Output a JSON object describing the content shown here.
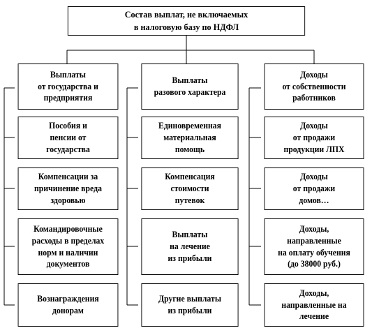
{
  "root": {
    "label": "Состав выплат, не включаемых\nв налоговую базу по НДФЛ"
  },
  "columns": [
    {
      "header": "Выплаты\nот государства и\nпредприятия",
      "items": [
        "Пособия и\nпенсии от\nгосударства",
        "Компенсации за\nпричинение вреда\nздоровью",
        "Командировочные\nрасходы в пределах\nнорм и наличии\nдокументов",
        "Вознаграждения\nдонорам"
      ]
    },
    {
      "header": "Выплаты\nразового характера",
      "items": [
        "Единовременная\nматериальная\nпомощь",
        "Компенсация\nстоимости\nпутевок",
        "Выплаты\nна лечение\nиз прибыли",
        "Другие выплаты\nиз прибыли"
      ]
    },
    {
      "header": "Доходы\nот собственности\nработников",
      "items": [
        "Доходы\nот продажи\nпродукции ЛПХ",
        "Доходы\nот продажи\nдомов…",
        "Доходы,\nнаправленные\nна оплату обучения\n(до 38000 руб.)",
        "Доходы,\nнаправленные на\nлечение"
      ]
    }
  ]
}
